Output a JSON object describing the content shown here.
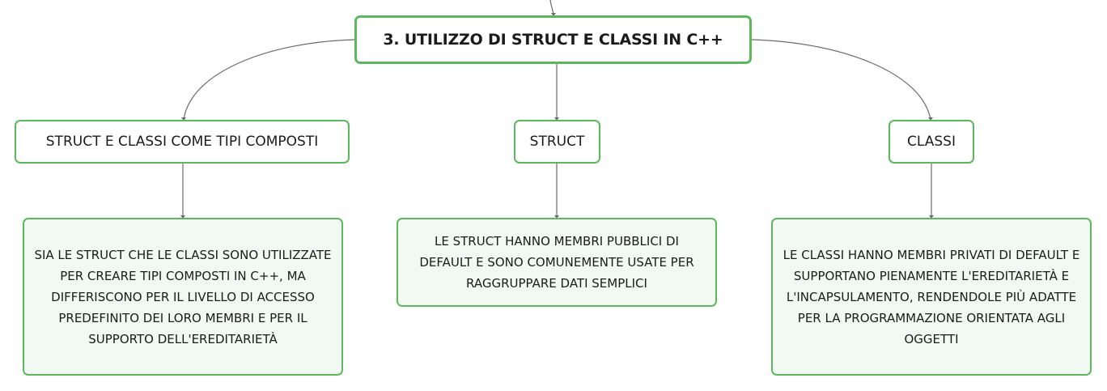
{
  "root": {
    "label": "3. UTILIZZO DI STRUCT E CLASSI IN C++"
  },
  "branches": [
    {
      "label": "STRUCT E CLASSI COME TIPI COMPOSTI",
      "detail": "SIA LE STRUCT CHE LE CLASSI SONO UTILIZZATE PER CREARE TIPI COMPOSTI IN C++, MA DIFFERISCONO PER IL LIVELLO DI ACCESSO PREDEFINITO DEI LORO MEMBRI E PER IL SUPPORTO DELL'EREDITARIETÀ"
    },
    {
      "label": "STRUCT",
      "detail": "LE STRUCT HANNO MEMBRI PUBBLICI DI DEFAULT E SONO COMUNEMENTE USATE PER RAGGRUPPARE DATI SEMPLICI"
    },
    {
      "label": "CLASSI",
      "detail": "LE CLASSI HANNO MEMBRI PRIVATI DI DEFAULT E SUPPORTANO PIENAMENTE L'EREDITARIETÀ E L'INCAPSULAMENTO, RENDENDOLE PIÙ ADATTE PER LA PROGRAMMAZIONE ORIENTATA AGLI OGGETTI"
    }
  ],
  "colors": {
    "node_border": "#5cb85c",
    "leaf_fill": "#f2f9f2",
    "connector": "#6b6b6b"
  }
}
